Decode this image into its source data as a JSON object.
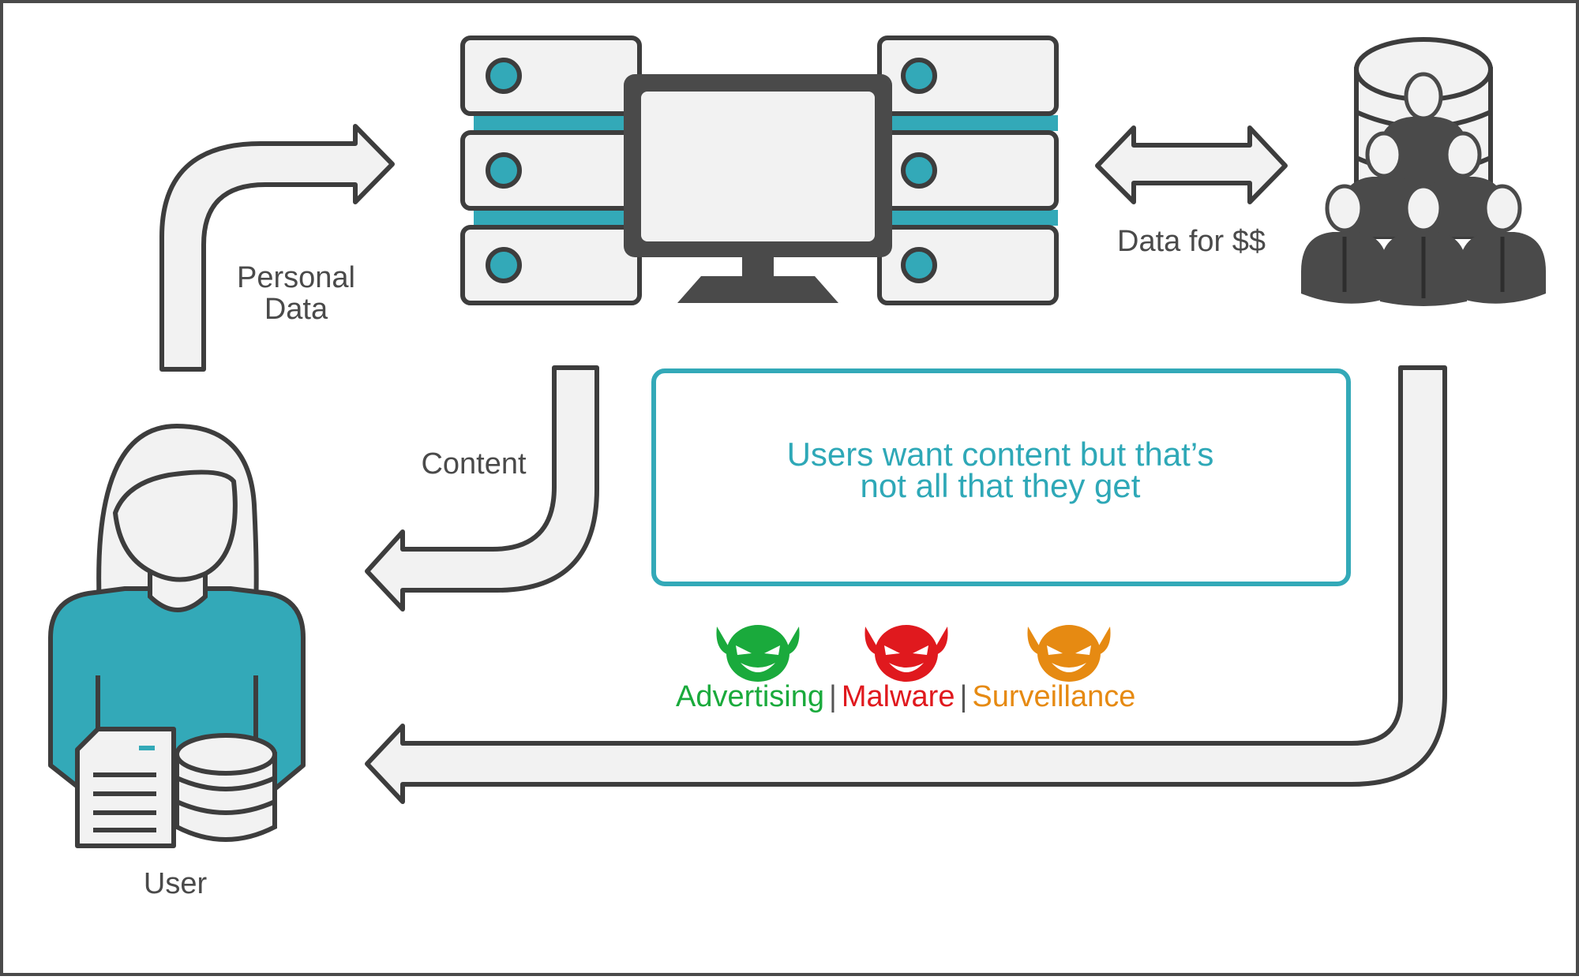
{
  "labels": {
    "personal_data_line1": "Personal",
    "personal_data_line2": "Data",
    "content": "Content",
    "data_for_money": "Data for $$",
    "user": "User"
  },
  "callout": {
    "line1": "Users want content but that’s",
    "line2": "not all that they get"
  },
  "threats": [
    {
      "label": "Advertising",
      "color": "#1aaa3c",
      "icon": "devil-face-icon"
    },
    {
      "label": "Malware",
      "color": "#e0191e",
      "icon": "devil-face-icon"
    },
    {
      "label": "Surveillance",
      "color": "#e68a12",
      "icon": "devil-face-icon"
    }
  ],
  "separator": "|",
  "colors": {
    "outline": "#3d3d3d",
    "fill_light": "#f2f2f2",
    "accent_teal": "#33a9b8",
    "dark_gray": "#4a4a4a"
  }
}
